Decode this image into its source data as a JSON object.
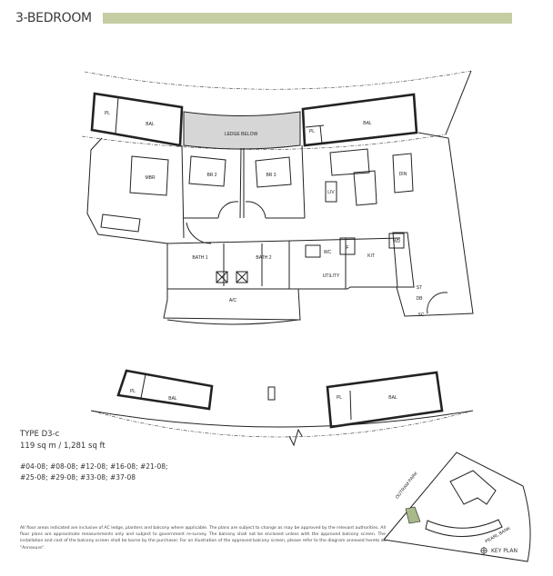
{
  "header": {
    "title": "3-BEDROOM",
    "accent_color": "#c5cea2"
  },
  "plan": {
    "upper_labels": {
      "pl_left": "PL",
      "bal_left": "BAL",
      "ledge": "LEDGE BELOW",
      "pl_right": "PL",
      "bal_right": "BAL",
      "mbr": "MBR",
      "br2": "BR 2",
      "br3": "BR 3",
      "liv": "LIV",
      "din": "DIN",
      "bath1": "BATH 1",
      "bath2": "BATH 2",
      "wc": "WC",
      "f": "F",
      "kit": "KIT",
      "wd": "WD",
      "utility": "UTILITY",
      "st": "ST",
      "db": "DB",
      "sc": "SC",
      "ac": "A/C"
    },
    "lower_labels": {
      "pl_left": "PL",
      "bal_left": "BAL",
      "pl_right": "PL",
      "bal_right": "BAL"
    }
  },
  "unit": {
    "type": "TYPE D3-c",
    "area": "119 sq m / 1,281 sq ft",
    "units_line1": "#04-08; #08-08; #12-08; #16-08; #21-08;",
    "units_line2": "#25-08; #29-08; #33-08; #37-08"
  },
  "disclaimer": "All floor areas indicated are inclusive of AC ledge, planters and balcony where applicable. The plans are subject to change as may be approved by the relevant authorities. All floor plans are approximate measurements only and subject to government re-survey. The balcony shall not be enclosed unless with the approved balcony screen. The installation and cost of the balcony screen shall be borne by the purchaser. For an illustration of the approved balcony screen, please refer to the diagram annexed hereto as \"Annexure\".",
  "key_plan": {
    "label": "KEY PLAN",
    "road_left": "OUTRAM PARK",
    "road_right": "PEARL BANK",
    "highlight_color": "#a9b98a"
  }
}
